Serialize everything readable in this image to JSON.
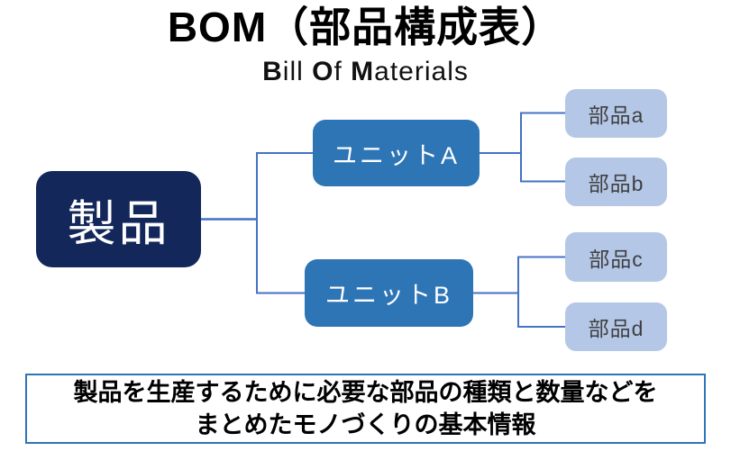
{
  "title": "BOM（部品構成表）",
  "subtitle": {
    "b1": "B",
    "r1": "ill ",
    "b2": "O",
    "r2": "f ",
    "b3": "M",
    "r3": "aterials"
  },
  "tree": {
    "root": {
      "label": "製品"
    },
    "units": [
      {
        "label": "ユニットA"
      },
      {
        "label": "ユニットB"
      }
    ],
    "parts": [
      {
        "label": "部品a"
      },
      {
        "label": "部品b"
      },
      {
        "label": "部品c"
      },
      {
        "label": "部品d"
      }
    ]
  },
  "note": {
    "line1": "製品を生産するために必要な部品の種類と数量などを",
    "line2": "まとめたモノづくりの基本情報"
  },
  "colors": {
    "root_fill": "#13275b",
    "unit_fill": "#2e75b6",
    "part_fill": "#b4c7e7",
    "connector": "#4472c4",
    "note_border": "#2e75b6",
    "part_text": "#3f3f3f"
  }
}
